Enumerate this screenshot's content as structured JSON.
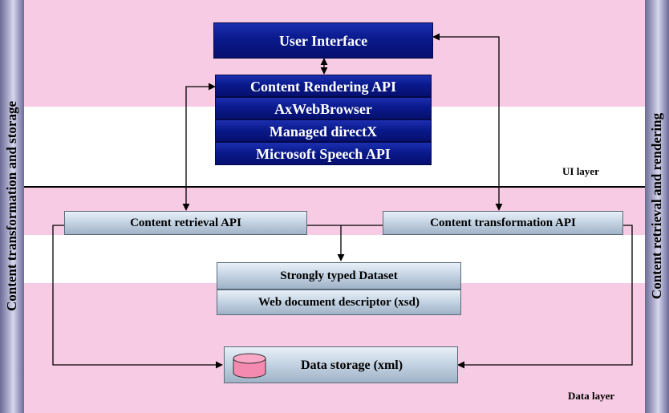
{
  "diagram": {
    "left_side_label": "Content transformation and storage",
    "right_side_label": "Content retrieval and rendering",
    "ui_stack": {
      "top": "User Interface",
      "items": [
        "Content Rendering API",
        "AxWebBrowser",
        "Managed directX",
        "Microsoft Speech API"
      ]
    },
    "layer_labels": {
      "ui": "UI layer",
      "data": "Data layer"
    },
    "retrieval_api": "Content retrieval API",
    "transformation_api": "Content transformation API",
    "dataset": "Strongly typed Dataset",
    "descriptor": "Web document descriptor (xsd)",
    "storage": "Data storage (xml)"
  },
  "colors": {
    "pink_band": "#f7cbe3",
    "blue_box": "#0a1a8c",
    "gray_box": "#c3d2e2",
    "storage_icon": "#f58ab0"
  }
}
